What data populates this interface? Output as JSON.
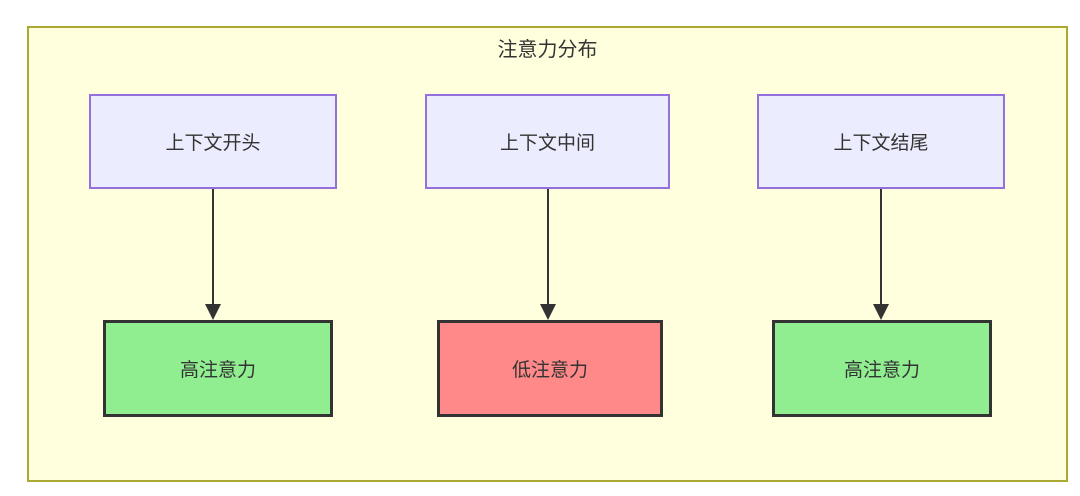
{
  "diagram": {
    "title": "注意力分布",
    "columns": [
      {
        "source": "上下文开头",
        "target": "高注意力",
        "target_type": "high"
      },
      {
        "source": "上下文中间",
        "target": "低注意力",
        "target_type": "low"
      },
      {
        "source": "上下文结尾",
        "target": "高注意力",
        "target_type": "high"
      }
    ],
    "colors": {
      "container_bg": "#ffffde",
      "container_border": "#aaaa33",
      "source_bg": "#ececff",
      "source_border": "#9370db",
      "high_bg": "#90ee90",
      "low_bg": "#ff8888",
      "target_border": "#333333",
      "arrow": "#333333",
      "text": "#333333"
    }
  }
}
